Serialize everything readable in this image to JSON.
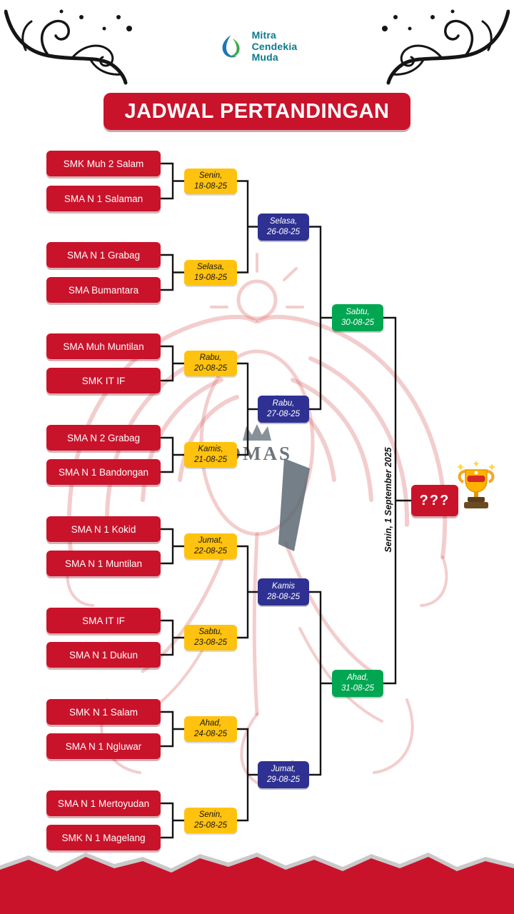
{
  "brand": {
    "line1": "Mitra",
    "line2": "Cendekia",
    "line3": "Muda"
  },
  "title": "JADWAL PERTANDINGAN",
  "watermark_text": "OMAS",
  "colors": {
    "red": "#c9132b",
    "yellow": "#ffc20e",
    "blue": "#2e3192",
    "green": "#00a651",
    "teal": "#0c7a8d"
  },
  "bracket": {
    "round1": [
      {
        "team1": "SMK Muh 2 Salam",
        "team2": "SMA N 1 Salaman",
        "day": "Senin,",
        "date": "18-08-25"
      },
      {
        "team1": "SMA N 1 Grabag",
        "team2": "SMA Bumantara",
        "day": "Selasa,",
        "date": "19-08-25"
      },
      {
        "team1": "SMA Muh Muntilan",
        "team2": "SMK IT IF",
        "day": "Rabu,",
        "date": "20-08-25"
      },
      {
        "team1": "SMA N 2 Grabag",
        "team2": "SMA N 1 Bandongan",
        "day": "Kamis,",
        "date": "21-08-25"
      },
      {
        "team1": "SMA N 1 Kokid",
        "team2": "SMA N 1 Muntilan",
        "day": "Jumat,",
        "date": "22-08-25"
      },
      {
        "team1": "SMA IT IF",
        "team2": "SMA N 1 Dukun",
        "day": "Sabtu,",
        "date": "23-08-25"
      },
      {
        "team1": "SMK N 1 Salam",
        "team2": "SMA N 1 Ngluwar",
        "day": "Ahad,",
        "date": "24-08-25"
      },
      {
        "team1": "SMA N 1 Mertoyudan",
        "team2": "SMK N 1 Magelang",
        "day": "Senin,",
        "date": "25-08-25"
      }
    ],
    "round2": [
      {
        "day": "Selasa,",
        "date": "26-08-25"
      },
      {
        "day": "Rabu,",
        "date": "27-08-25"
      },
      {
        "day": "Kamis",
        "date": "28-08-25"
      },
      {
        "day": "Jumat,",
        "date": "29-08-25"
      }
    ],
    "round3": [
      {
        "day": "Sabtu,",
        "date": "30-08-25"
      },
      {
        "day": "Ahad,",
        "date": "31-08-25"
      }
    ],
    "final": {
      "label": "Senin, 1 September 2025",
      "winner": "???"
    }
  }
}
